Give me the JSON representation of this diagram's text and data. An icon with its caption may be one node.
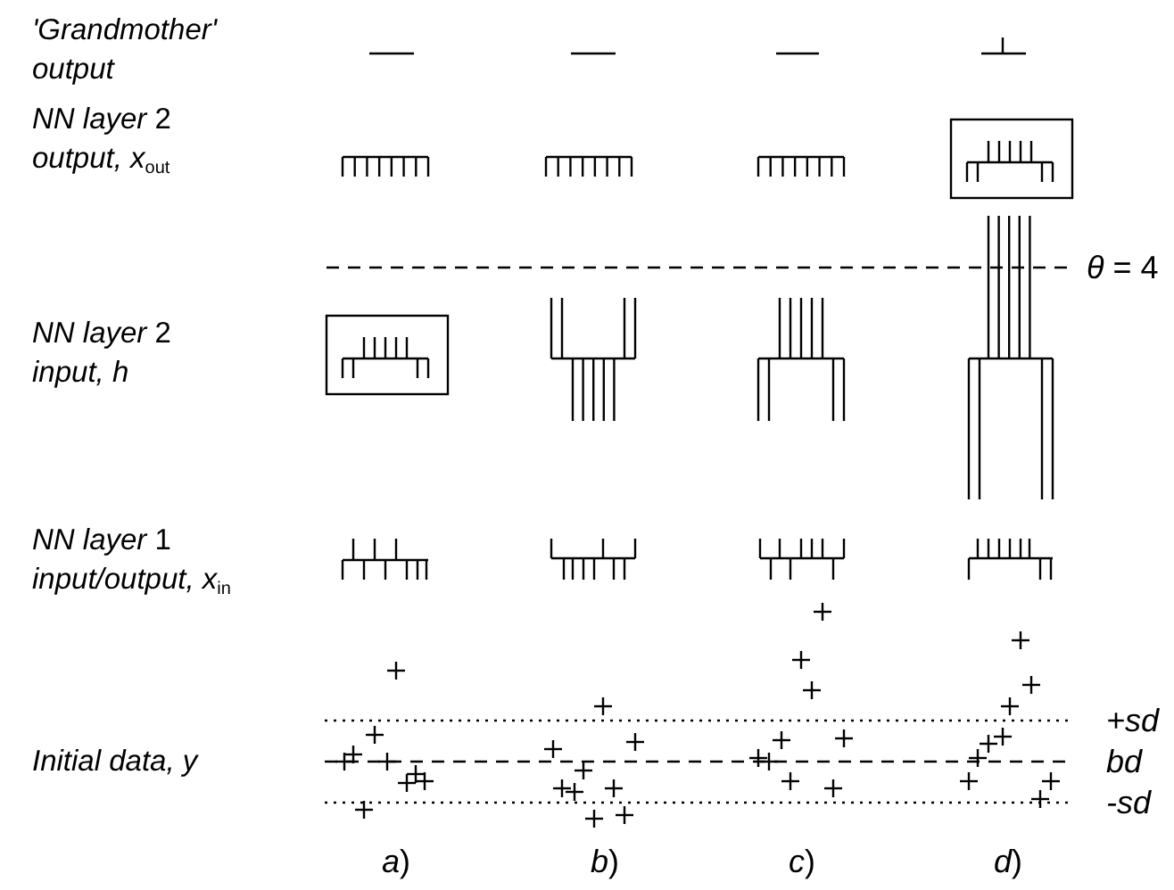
{
  "diagram": {
    "labels": [
      "'Grandmother' output",
      "*NN layer* 2 *output, x*$_{out}$",
      "*θ* = 4",
      "*NN layer* 2 *input, h*",
      "*NN layer* 1 *input/output, x*$_{in}$",
      "+sd",
      "Initial data, y",
      "bd",
      "-sd",
      "*a*)",
      "*b*)",
      "*c*)",
      "*d*)"
    ]
  }
}
